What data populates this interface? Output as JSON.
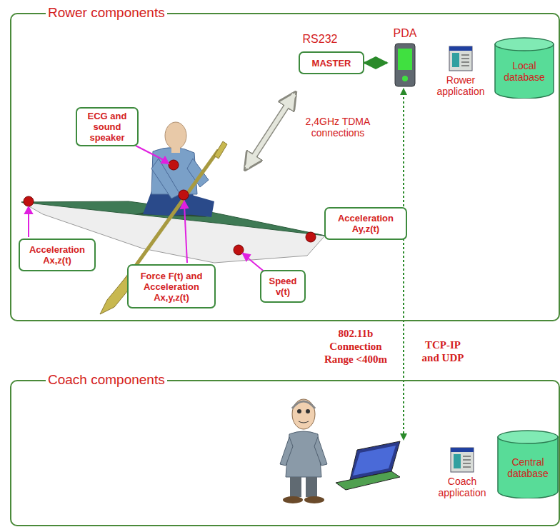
{
  "diagram": {
    "nodes": [
      {
        "text": [
          "Rower components"
        ]
      },
      {
        "text": [
          "MASTER"
        ],
        "in": 0
      },
      {
        "text": [
          "PDA"
        ],
        "in": 0
      },
      {
        "text": [
          "Rower application"
        ],
        "in": 0
      },
      {
        "text": [
          "Local database"
        ],
        "in": 0
      },
      {
        "text": [
          "ECG and sound speaker"
        ],
        "in": 0
      },
      {
        "text": [
          "Acceleration Ay,z(t)"
        ],
        "in": 0
      },
      {
        "text": [
          "Acceleration Ax,z(t)"
        ],
        "in": 0
      },
      {
        "text": [
          "Force F(t) and Acceleration Ax,y,z(t)"
        ],
        "in": 0
      },
      {
        "text": [
          "Speed v(t)"
        ],
        "in": 0
      },
      {
        "text": [
          "Coach components"
        ]
      },
      {
        "text": [
          "Coach application"
        ],
        "in": 10
      },
      {
        "text": [
          "Central database"
        ],
        "in": 10
      }
    ],
    "edges": [
      {
        "from": 1,
        "to": 2,
        "arrow": "both"
      }
    ],
    "labels": [
      "RS232",
      "2,4GHz TDMA connections",
      "802.11b Connection Range <400m",
      "TCP-IP and UDP"
    ]
  }
}
